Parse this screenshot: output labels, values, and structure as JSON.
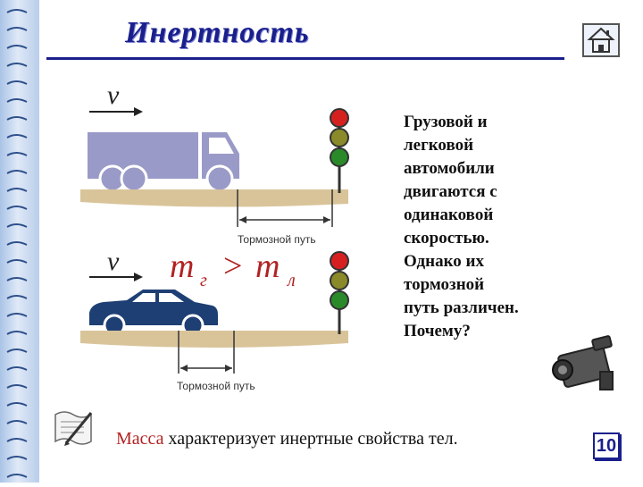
{
  "slide": {
    "title": "Инертность",
    "page_number": "10"
  },
  "scene": {
    "velocity_label_top": "v",
    "velocity_label_bottom": "v",
    "braking_label_top": "Тормозной путь",
    "braking_label_bottom": "Тормозной путь",
    "mass_left": "m",
    "mass_left_sub": "г",
    "comparison": ">",
    "mass_right": "m",
    "mass_right_sub": "л"
  },
  "description": "Грузовой и\nлегковой\nавтомобили\nдвигаются с\nодинаковой\nскоростью.\nОднако их\nтормозной\nпуть различен.\nПочему?",
  "conclusion": {
    "highlight": "Масса",
    "rest": " характеризует инертные свойства тел."
  },
  "icons": {
    "home": "home-icon",
    "camera": "video-camera-icon",
    "notes": "notes-pen-icon"
  },
  "colors": {
    "title": "#1a1f8c",
    "truck": "#9a9ac8",
    "car": "#1e3f73",
    "road": "#d9c49a",
    "accent": "#b22222"
  }
}
